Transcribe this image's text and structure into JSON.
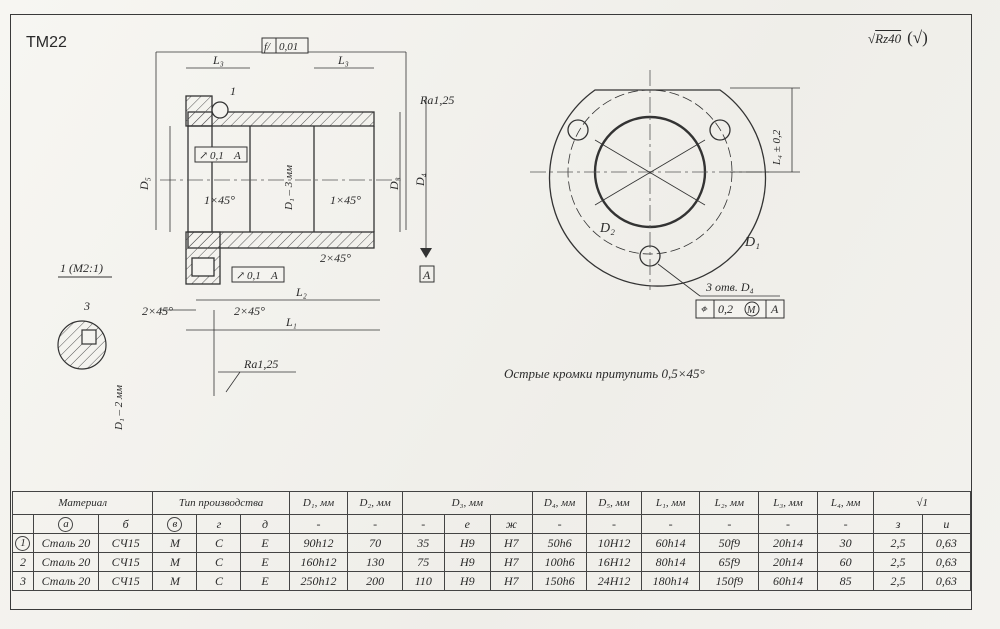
{
  "drawing": {
    "code": "ТМ22",
    "roughness_general": "Rz40",
    "roughness_paren": "(√)",
    "tol_flatness": "0,01",
    "ra_top": "Ra1,25",
    "ra_bottom": "Ra1,25",
    "runout_1": "0,1",
    "runout_2": "0,1",
    "datum": "A",
    "chamfer": "1×45°",
    "chamfer_2": "2×45°",
    "detail_label": "1 (М2:1)",
    "detail_dim": "3",
    "detail_side": "D₁ – 2 мм",
    "bore_label": "D₁ – 3 мм",
    "L3": "L₃",
    "L2": "L₂",
    "L1": "L₁",
    "D5": "D₅",
    "D3": "D₃",
    "D4": "D₄",
    "leader1": "1",
    "L4_tol": "L₄ ± 0,2",
    "holes": "3 отв. D₄",
    "pos_tol": "0,2",
    "pos_M": "M",
    "D2": "D₂",
    "D1": "D₁",
    "note": "Острые кромки притупить 0,5×45°"
  },
  "table": {
    "headers": [
      "Материал",
      "Тип производства",
      "D₁, мм",
      "D₂, мм",
      "D₃, мм",
      "D₄, мм",
      "D₅, мм",
      "L₁, мм",
      "L₂, мм",
      "L₃, мм",
      "L₄, мм",
      "√1"
    ],
    "subheaders": [
      "а",
      "б",
      "в",
      "г",
      "д",
      "-",
      "-",
      "-",
      "е",
      "ж",
      "-",
      "-",
      "-",
      "-",
      "-",
      "-",
      "з",
      "и"
    ],
    "rows": [
      {
        "n": "1",
        "a": "Сталь 20",
        "b": "СЧ15",
        "v": "М",
        "g": "С",
        "d": "Е",
        "d1": "90h12",
        "d2": "70",
        "d3": "35",
        "e": "H9",
        "zh": "H7",
        "d4": "50h6",
        "d5": "10H12",
        "l1": "60h14",
        "l2": "50f9",
        "l3": "20h14",
        "l4": "30",
        "z": "2,5",
        "i": "0,63"
      },
      {
        "n": "2",
        "a": "Сталь 20",
        "b": "СЧ15",
        "v": "М",
        "g": "С",
        "d": "Е",
        "d1": "160h12",
        "d2": "130",
        "d3": "75",
        "e": "H9",
        "zh": "H7",
        "d4": "100h6",
        "d5": "16H12",
        "l1": "80h14",
        "l2": "65f9",
        "l3": "20h14",
        "l4": "60",
        "z": "2,5",
        "i": "0,63"
      },
      {
        "n": "3",
        "a": "Сталь 20",
        "b": "СЧ15",
        "v": "М",
        "g": "С",
        "d": "Е",
        "d1": "250h12",
        "d2": "200",
        "d3": "110",
        "e": "H9",
        "zh": "H7",
        "d4": "150h6",
        "d5": "24H12",
        "l1": "180h14",
        "l2": "150f9",
        "l3": "60h14",
        "l4": "85",
        "z": "2,5",
        "i": "0,63"
      }
    ]
  }
}
